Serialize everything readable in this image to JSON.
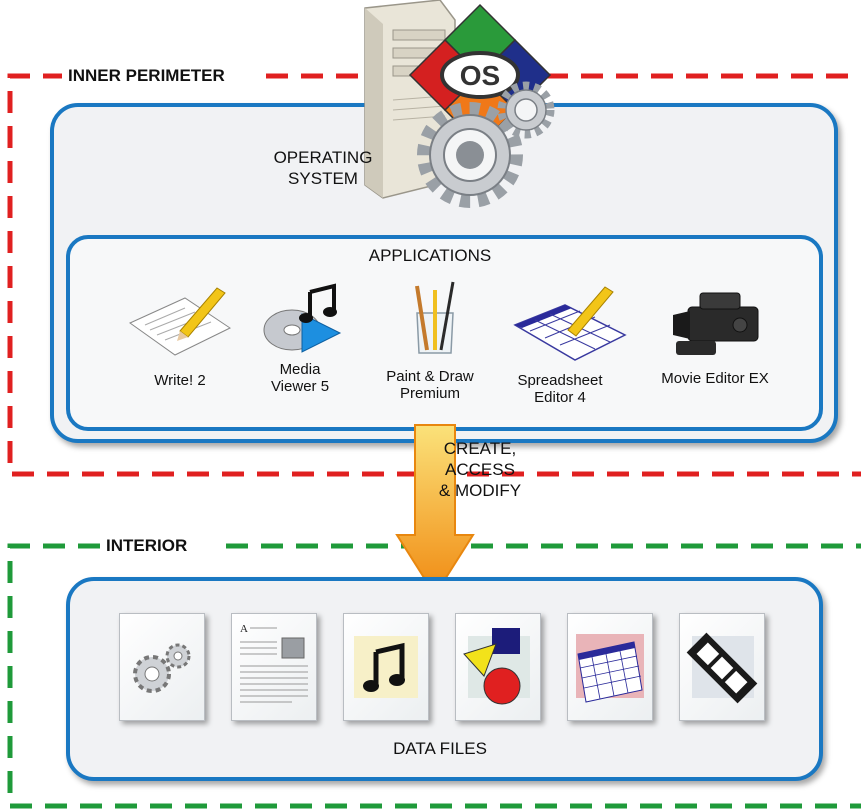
{
  "zones": {
    "inner_perimeter": "INNER PERIMETER",
    "interior": "INTERIOR"
  },
  "os": {
    "label": "OPERATING\nSYSTEM",
    "logo_text": "OS"
  },
  "applications": {
    "title": "APPLICATIONS",
    "items": [
      {
        "label": "Write! 2"
      },
      {
        "label": "Media\nViewer 5"
      },
      {
        "label": "Paint & Draw\nPremium"
      },
      {
        "label": "Spreadsheet\nEditor 4"
      },
      {
        "label": "Movie Editor EX"
      }
    ]
  },
  "arrow": {
    "label": "CREATE,\nACCESS\n& MODIFY"
  },
  "data_files": {
    "title": "DATA FILES",
    "icons": [
      "gears-file-icon",
      "document-file-icon",
      "music-file-icon",
      "drawing-file-icon",
      "spreadsheet-file-icon",
      "video-file-icon"
    ]
  },
  "colors": {
    "inner_perimeter_dash": "#e02020",
    "interior_dash": "#1f9a3a",
    "panel_border": "#1a78c2",
    "arrow_top": "#fbe27a",
    "arrow_bottom": "#f08a12"
  }
}
